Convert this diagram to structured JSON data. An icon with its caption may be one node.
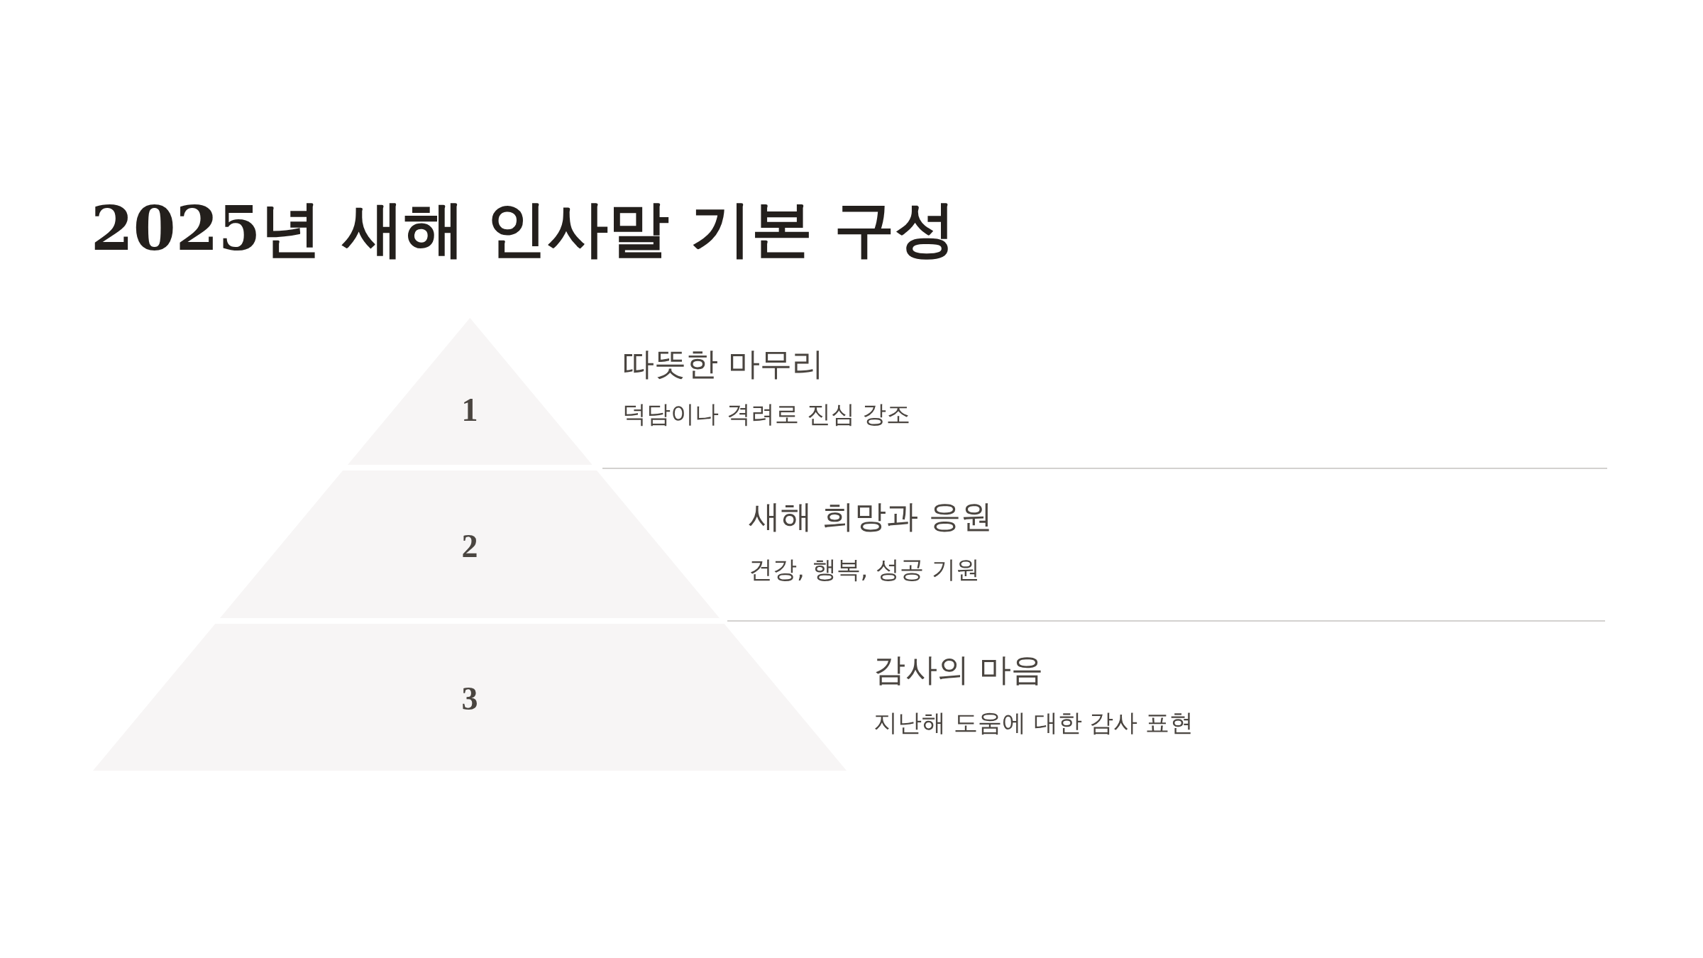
{
  "diagram": {
    "title": "2025년 새해 인사말 기본 구성",
    "nodes": [
      {
        "text": [
          "1"
        ],
        "beside": [
          "따뜻한 마무리",
          "덕담이나 격려로 진심 강조"
        ]
      },
      {
        "text": [
          "2"
        ],
        "beside": [
          "새해 희망과 응원",
          "건강, 행복, 성공 기원"
        ]
      },
      {
        "text": [
          "3"
        ],
        "beside": [
          "감사의 마음",
          "지난해 도움에 대한 감사 표현"
        ]
      }
    ]
  }
}
